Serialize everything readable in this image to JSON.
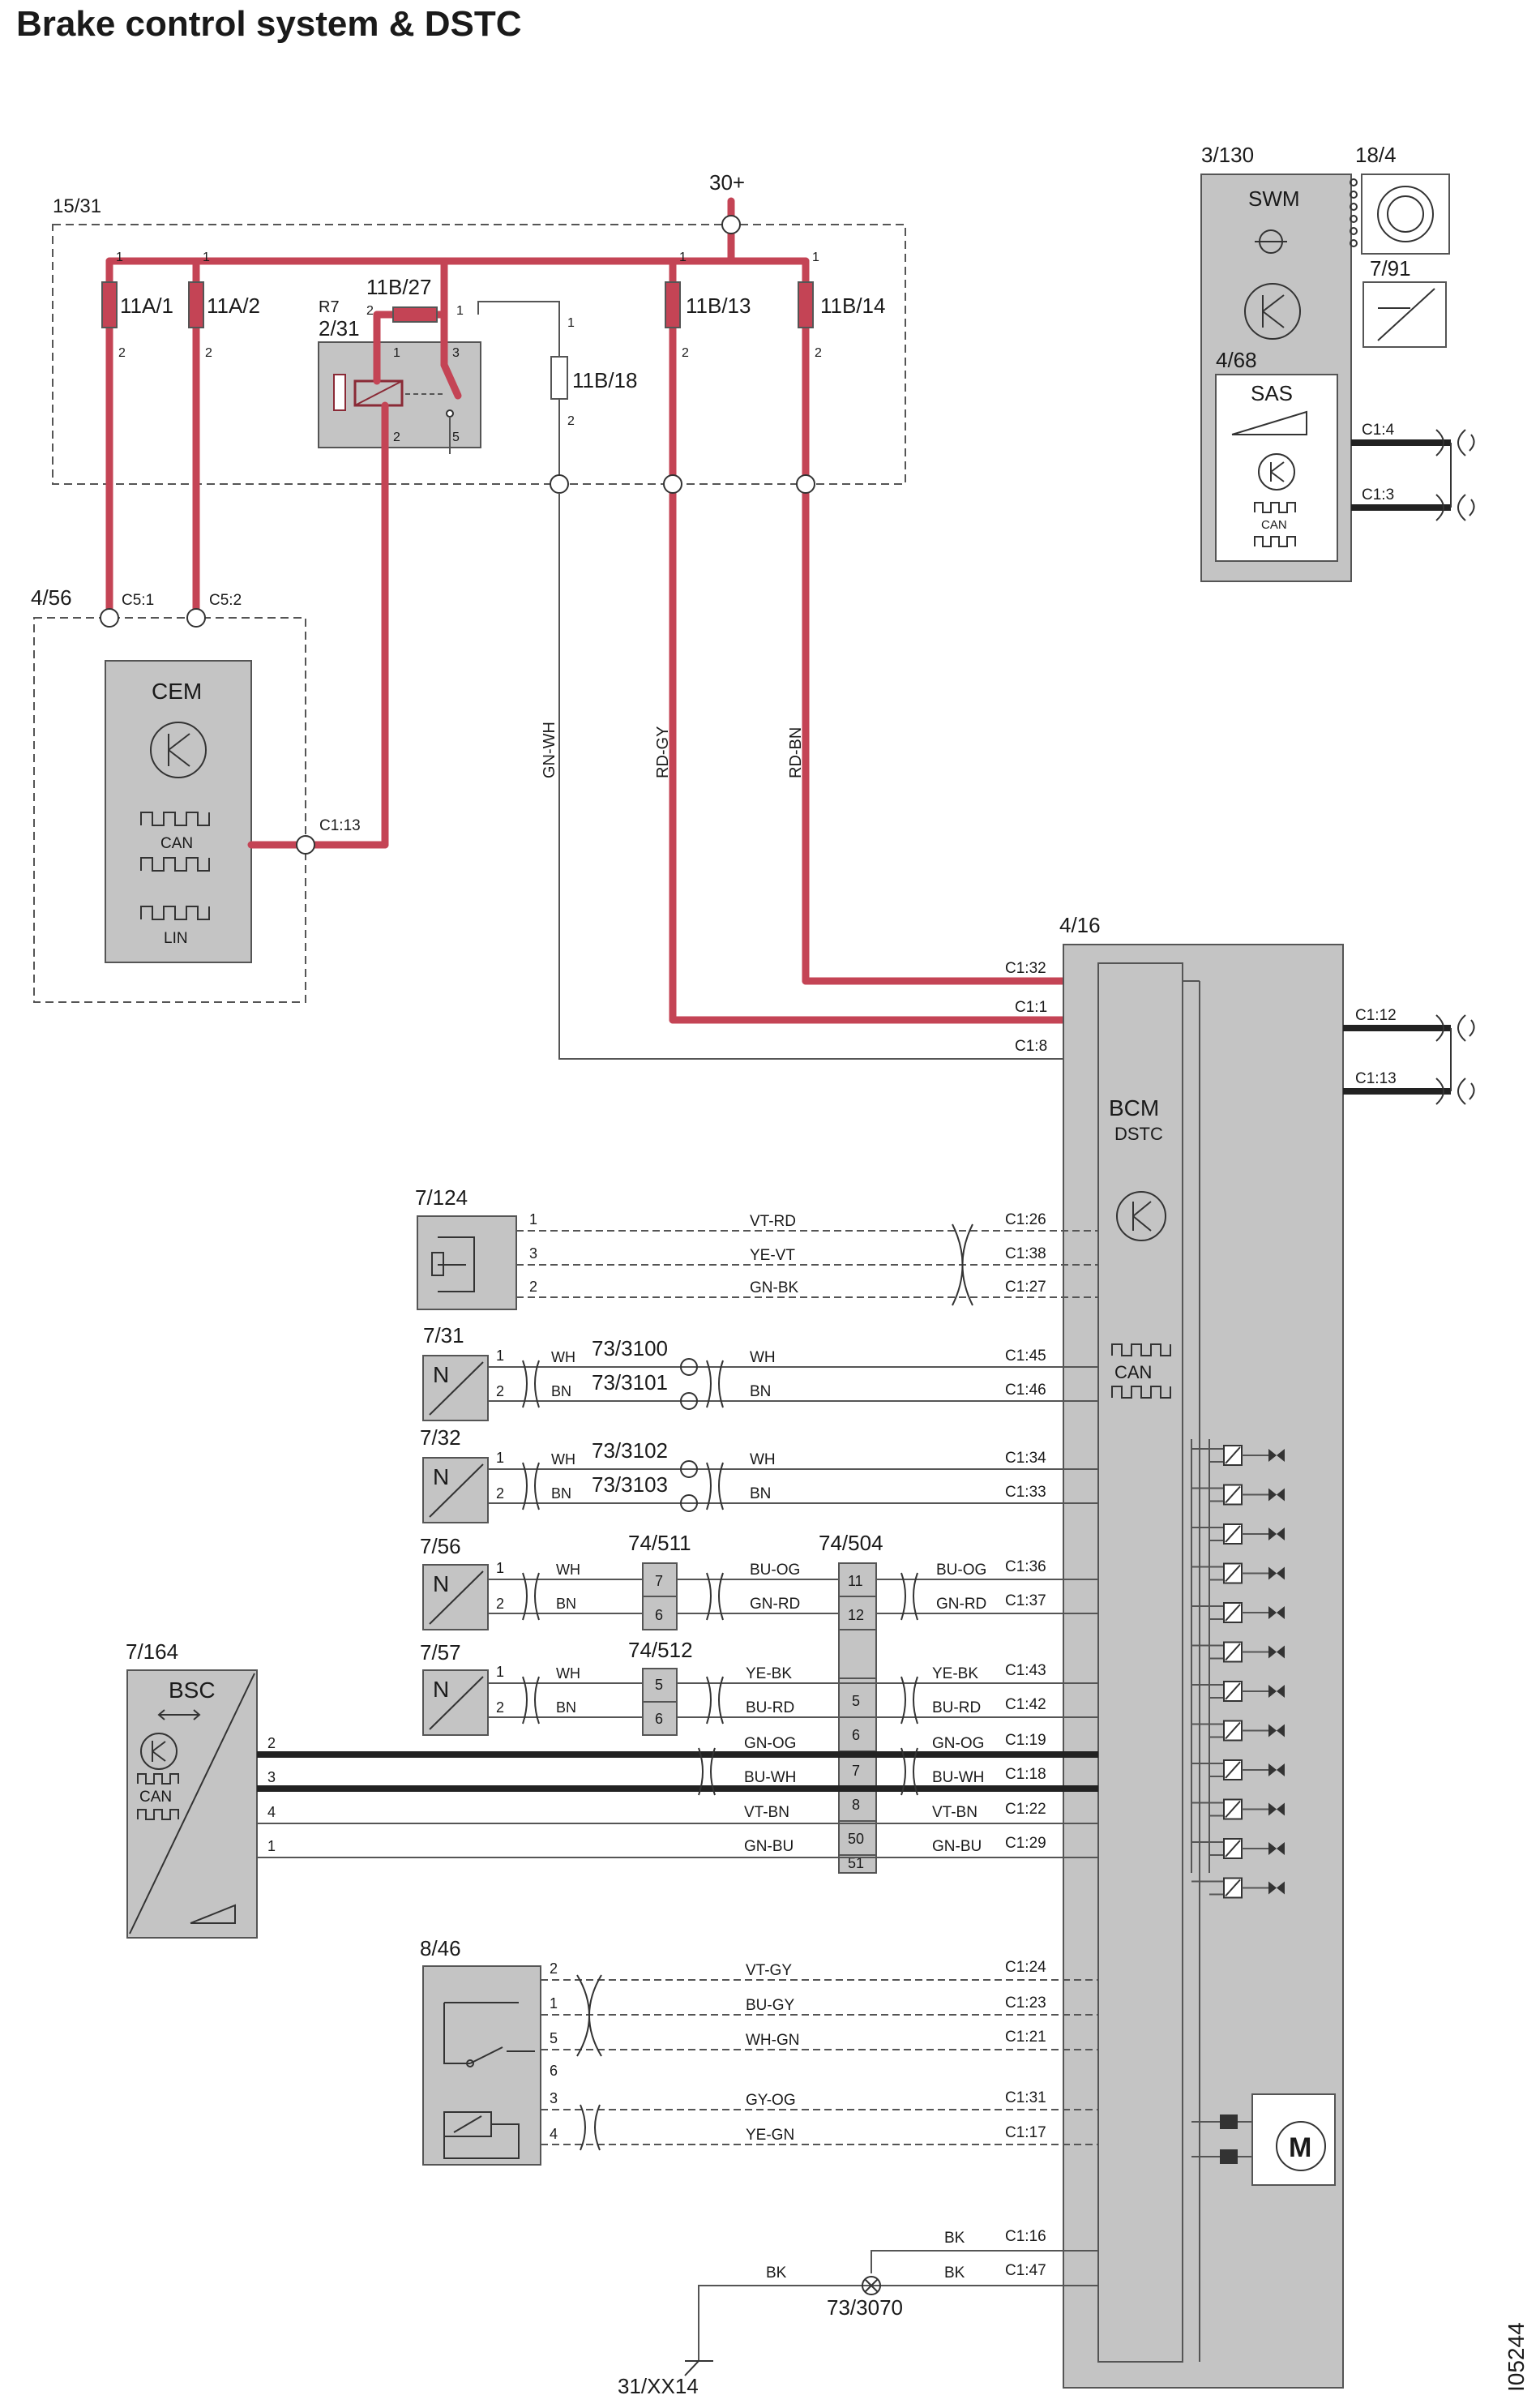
{
  "title": "Brake control system & DSTC",
  "drawing_number": "I05244",
  "components": {
    "fusebox": {
      "ref": "15/31"
    },
    "supply": {
      "label": "30+"
    },
    "fuse_11a1": {
      "label": "11A/1"
    },
    "fuse_11a2": {
      "label": "11A/2"
    },
    "fuse_11b27": {
      "label": "11B/27"
    },
    "fuse_11b13": {
      "label": "11B/13"
    },
    "fuse_11b14": {
      "label": "11B/14"
    },
    "fuse_11b18": {
      "label": "11B/18"
    },
    "relay": {
      "name": "R7",
      "ref": "2/31"
    },
    "cem": {
      "ref": "4/56",
      "name": "CEM",
      "can": "CAN",
      "lin": "LIN",
      "conn": "C1:13",
      "c51": "C5:1",
      "c52": "C5:2"
    },
    "swm": {
      "ref": "3/130",
      "name": "SWM"
    },
    "clockspring": {
      "ref": "18/4"
    },
    "sensor_791": {
      "ref": "7/91"
    },
    "sas": {
      "ref": "4/68",
      "name": "SAS",
      "can": "CAN",
      "c14": "C1:4",
      "c13": "C1:3"
    },
    "bcm": {
      "ref": "4/16",
      "name": "BCM",
      "sub": "DSTC",
      "can": "CAN",
      "c112": "C1:12",
      "c113": "C1:13"
    },
    "s7124": {
      "ref": "7/124"
    },
    "s731": {
      "ref": "7/31",
      "glyph": "N"
    },
    "s732": {
      "ref": "7/32",
      "glyph": "N"
    },
    "s756": {
      "ref": "7/56",
      "glyph": "N"
    },
    "s757": {
      "ref": "7/57",
      "glyph": "N"
    },
    "bsc": {
      "ref": "7/164",
      "name": "BSC",
      "can": "CAN"
    },
    "sw846": {
      "ref": "8/46"
    },
    "conn74511": {
      "ref": "74/511",
      "pins": [
        "7",
        "6"
      ]
    },
    "conn74512": {
      "ref": "74/512",
      "pins": [
        "5",
        "6"
      ]
    },
    "conn74504": {
      "ref": "74/504",
      "pins": [
        "11",
        "12",
        "5",
        "6",
        "7",
        "8",
        "50",
        "51"
      ]
    },
    "splices": {
      "s3100": "73/3100",
      "s3101": "73/3101",
      "s3102": "73/3102",
      "s3103": "73/3103",
      "s3070": "73/3070"
    },
    "ground": {
      "ref": "31/XX14"
    }
  },
  "wire_colors": {
    "gn_wh": "GN-WH",
    "rd_gy": "RD-GY",
    "rd_bn": "RD-BN",
    "vt_rd": "VT-RD",
    "ye_vt": "YE-VT",
    "gn_bk": "GN-BK",
    "wh": "WH",
    "bn": "BN",
    "bu_og": "BU-OG",
    "gn_rd": "GN-RD",
    "ye_bk": "YE-BK",
    "bu_rd": "BU-RD",
    "gn_og": "GN-OG",
    "bu_wh": "BU-WH",
    "vt_bn": "VT-BN",
    "gn_bu": "GN-BU",
    "vt_gy": "VT-GY",
    "bu_gy": "BU-GY",
    "wh_gn": "WH-GN",
    "gy_og": "GY-OG",
    "ye_gn": "YE-GN",
    "bk": "BK"
  },
  "connector_pins": {
    "c132": "C1:32",
    "c11": "C1:1",
    "c18": "C1:8",
    "c126": "C1:26",
    "c138": "C1:38",
    "c127": "C1:27",
    "c145": "C1:45",
    "c146": "C1:46",
    "c134": "C1:34",
    "c133": "C1:33",
    "c136": "C1:36",
    "c137": "C1:37",
    "c143": "C1:43",
    "c142": "C1:42",
    "c119": "C1:19",
    "c118": "C1:18",
    "c122": "C1:22",
    "c129": "C1:29",
    "c124": "C1:24",
    "c123": "C1:23",
    "c121": "C1:21",
    "c131": "C1:31",
    "c117": "C1:17",
    "c116": "C1:16",
    "c147": "C1:47"
  },
  "pin_numbers": {
    "p1": "1",
    "p2": "2",
    "p3": "3",
    "p4": "4",
    "p5": "5",
    "p6": "6"
  },
  "colors": {
    "power": "#c44455",
    "module_fill": "#c4c4c4",
    "wire": "#555555"
  }
}
